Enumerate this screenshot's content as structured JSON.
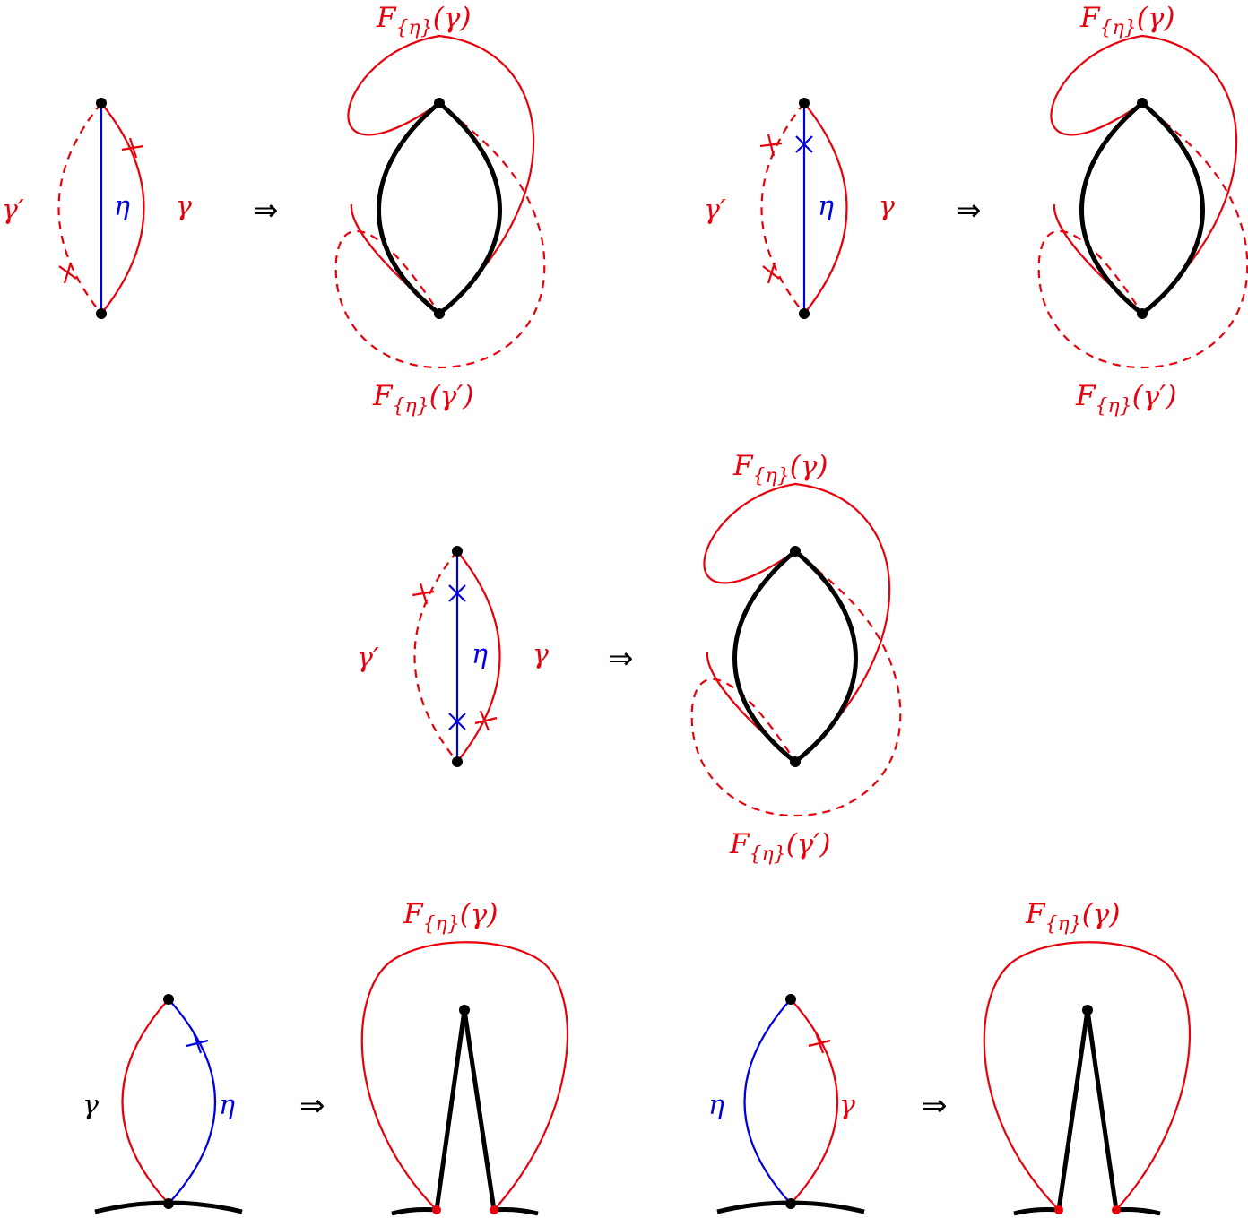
{
  "labels": {
    "gamma": "γ",
    "gamma_prime": "γ′",
    "eta": "η",
    "implies": "⇒",
    "f_base": "F",
    "f_sub": "{η}",
    "f_arg_gamma": "(γ)",
    "f_arg_gamma_prime": "(γ′)"
  },
  "colors": {
    "gamma_curve": "#e8000b",
    "eta_arc": "#0000e0",
    "result_arc": "#000000"
  }
}
